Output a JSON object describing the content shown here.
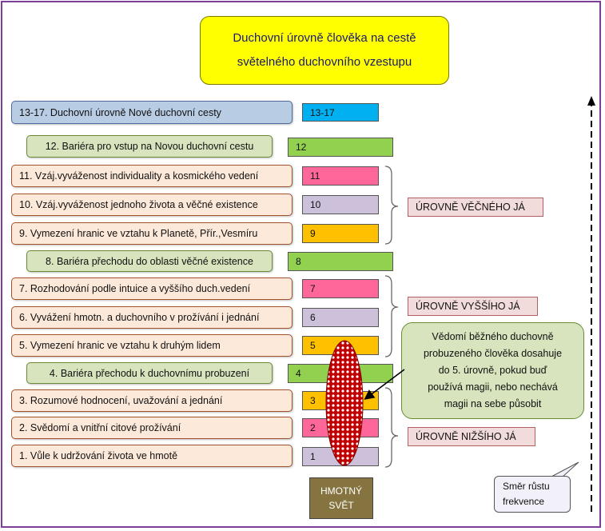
{
  "title": {
    "line1": "Duchovní úrovně člověka na cestě",
    "line2": "světelného duchovního vzestupu"
  },
  "levels": {
    "l13_17": "13-17. Duchovní úrovně Nové duchovní cesty",
    "l12": "12. Bariéra pro vstup na Novou duchovní cestu",
    "l11": "11. Vzáj.vyváženost individuality a kosmického vedení",
    "l10": "10. Vzáj.vyváženost jednoho života a věčné existence",
    "l9": "9. Vymezení hranic ve vztahu k Planetě, Přír.,Vesmíru",
    "l8": "8. Bariéra přechodu do oblasti věčné existence",
    "l7": "7. Rozhodování podle intuice a vyššího duch.vedení",
    "l6": "6. Vyvážení hmotn. a duchovního v prožívání i jednání",
    "l5": "5. Vymezení hranic ve vztahu k druhým lidem",
    "l4": "4. Bariéra přechodu k duchovnímu probuzení",
    "l3": "3. Rozumové hodnocení, uvažování a jednání",
    "l2": "2. Svědomí a vnitřní citové prožívání",
    "l1": "1. Vůle k udržování života ve hmotě"
  },
  "bars": {
    "b13_17": "13-17",
    "b12": "12",
    "b11": "11",
    "b10": "10",
    "b9": "9",
    "b8": "8",
    "b7": "7",
    "b6": "6",
    "b5": "5",
    "b4": "4",
    "b3": "3",
    "b2": "2",
    "b1": "1"
  },
  "colors": {
    "blue": "#00b0f0",
    "green": "#92d050",
    "pink": "#ff6699",
    "lavender": "#ccc0da",
    "yellow": "#ffc000"
  },
  "groups": {
    "eternal": "ÚROVNĚ VĚČNÉHO JÁ",
    "higher": "ÚROVNĚ VYŠŠÍHO JÁ",
    "lower": "ÚROVNĚ NIŽŠÍHO JÁ"
  },
  "note": {
    "line1": "Vědomí běžného duchovně",
    "line2": "probuzeného člověka dosahuje",
    "line3": "do 5. úrovně, pokud buď",
    "line4": "používá magii, nebo nechává",
    "line5": "magii na sebe působit"
  },
  "world": {
    "line1": "HMOTNÝ",
    "line2": "SVĚT"
  },
  "callout": {
    "line1": "Směr růstu",
    "line2": "frekvence"
  },
  "icons": {
    "ellipse": "consciousness-ellipse-icon",
    "arrow": "pointer-arrow-icon",
    "growth": "dashed-up-arrow-icon"
  }
}
